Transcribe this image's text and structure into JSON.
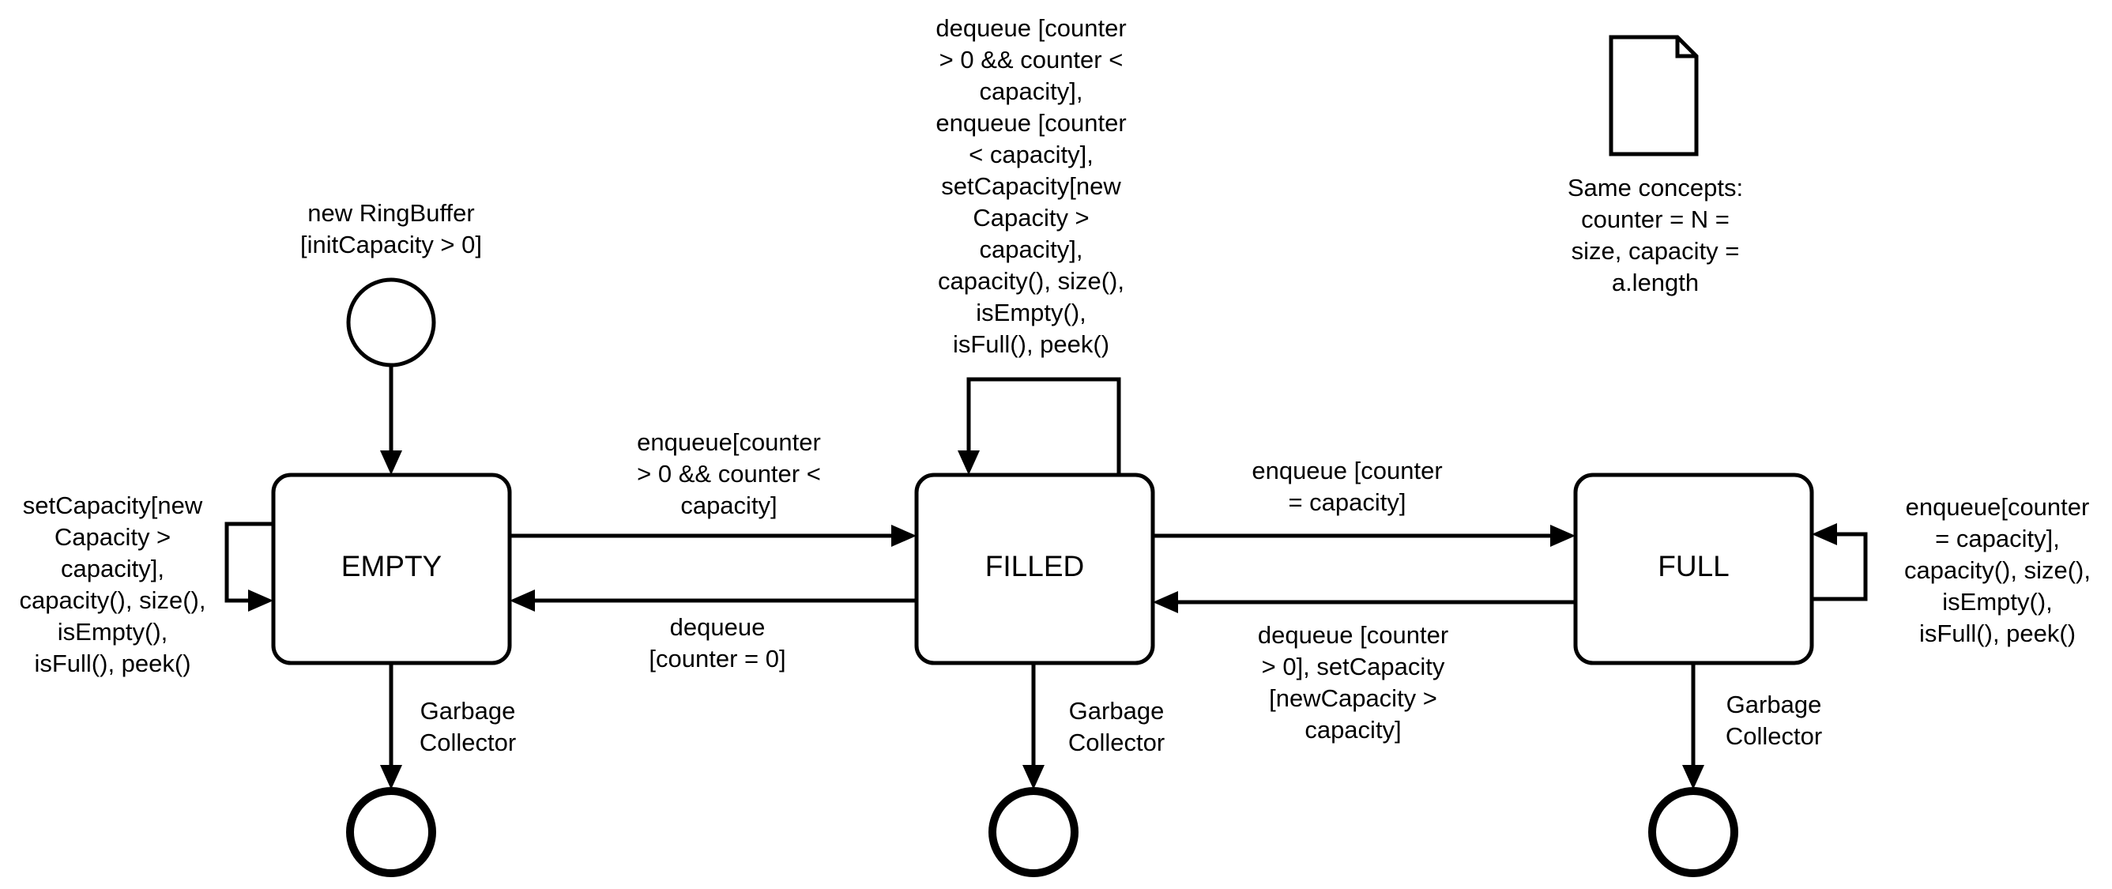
{
  "states": {
    "empty": "EMPTY",
    "filled": "FILLED",
    "full": "FULL"
  },
  "labels": {
    "initial": "new RingBuffer\n[initCapacity > 0]",
    "empty_self": "setCapacity[new\nCapacity >\ncapacity],\ncapacity(), size(),\nisEmpty(),\nisFull(), peek()",
    "filled_self": "dequeue [counter\n> 0 && counter <\ncapacity],\nenqueue [counter\n< capacity],\nsetCapacity[new\nCapacity >\ncapacity],\ncapacity(), size(),\nisEmpty(),\nisFull(), peek()",
    "full_self": "enqueue[counter\n= capacity],\ncapacity(), size(),\nisEmpty(),\nisFull(), peek()",
    "empty_to_filled": "enqueue[counter\n> 0 && counter <\ncapacity]",
    "filled_to_empty": "dequeue\n[counter = 0]",
    "filled_to_full": "enqueue [counter\n= capacity]",
    "full_to_filled": "dequeue [counter\n> 0], setCapacity\n[newCapacity >\ncapacity]",
    "gc_empty": "Garbage\nCollector",
    "gc_filled": "Garbage\nCollector",
    "gc_full": "Garbage\nCollector"
  },
  "note": {
    "text": "Same concepts:\ncounter = N =\nsize, capacity =\na.length",
    "icon": "document-icon"
  }
}
